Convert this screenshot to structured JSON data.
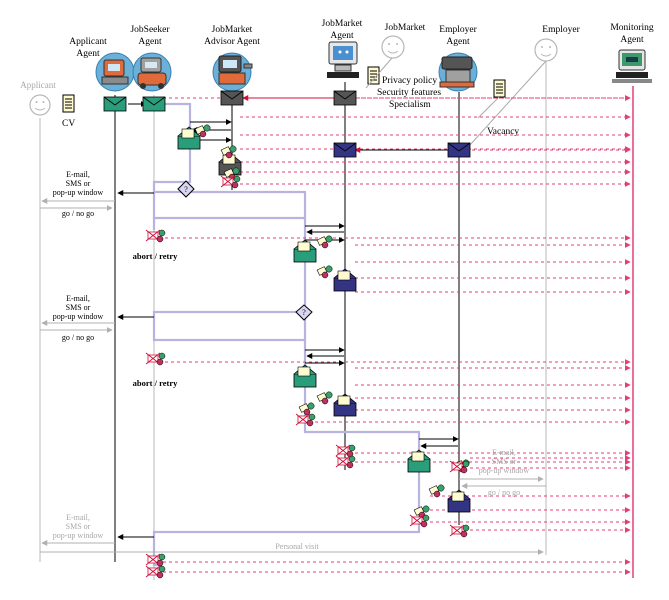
{
  "actors": {
    "applicant": "Applicant",
    "applicant_agent": [
      "Applicant",
      "Agent"
    ],
    "jobseeker_agent": [
      "JobSeeker",
      "Agent"
    ],
    "advisor_agent": [
      "JobMarket",
      "Advisor Agent"
    ],
    "jobmarket_agent": [
      "JobMarket",
      "Agent"
    ],
    "jobmarket": "JobMarket",
    "employer_agent": [
      "Employer",
      "Agent"
    ],
    "employer": "Employer",
    "monitoring_agent": [
      "Monitoring",
      "Agent"
    ]
  },
  "documents": {
    "cv": "CV",
    "policy": [
      "Privacy policy",
      "Security features",
      "Specialism"
    ],
    "vacancy": "Vacancy"
  },
  "notifications": {
    "first": [
      "E-mail,",
      "SMS or",
      "pop-up window"
    ],
    "second": [
      "E-mail,",
      "SMS or",
      "pop-up window"
    ],
    "third": [
      "E-mail,",
      "SMS or",
      "pop-up window"
    ],
    "employer": [
      "E-mail,",
      "SMS or",
      "pop-up window"
    ]
  },
  "decisions": {
    "go_nogo_1": "go / no go",
    "go_nogo_2": "go / no go",
    "go_nogo_3": "go / no go",
    "abort_retry_1": "abort / retry",
    "abort_retry_2": "abort / retry",
    "decision_symbol": "?"
  },
  "personal_visit": "Personal visit",
  "colors": {
    "message_pink": "#e0407a",
    "envelope_green": "#2a9d7a",
    "envelope_navy": "#343484",
    "envelope_grey": "#555555",
    "lavender_flow": "#b8b4e0",
    "grey_actor": "#b8b8b8"
  }
}
